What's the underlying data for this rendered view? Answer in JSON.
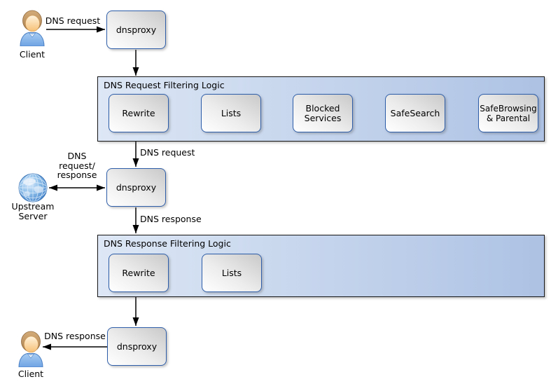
{
  "diagram": {
    "actors": {
      "client_top": {
        "label": "Client"
      },
      "upstream": {
        "label": "Upstream\nServer"
      },
      "client_bottom": {
        "label": "Client"
      }
    },
    "nodes": {
      "dnsproxy_top": {
        "label": "dnsproxy"
      },
      "dnsproxy_mid": {
        "label": "dnsproxy"
      },
      "dnsproxy_bottom": {
        "label": "dnsproxy"
      }
    },
    "containers": {
      "request": {
        "title": "DNS Request Filtering Logic",
        "steps": [
          {
            "label": "Rewrite"
          },
          {
            "label": "Lists"
          },
          {
            "label": "Blocked\nServices"
          },
          {
            "label": "SafeSearch"
          },
          {
            "label": "SafeBrowsing\n& Parental"
          }
        ]
      },
      "response": {
        "title": "DNS Response Filtering Logic",
        "steps": [
          {
            "label": "Rewrite"
          },
          {
            "label": "Lists"
          }
        ]
      }
    },
    "edge_labels": {
      "request_top": "DNS request",
      "request_mid": "DNS request",
      "upstream_exchange": "DNS\nrequest/\nresponse",
      "response_mid": "DNS response",
      "response_bottom": "DNS response"
    },
    "colors": {
      "node_border": "#2d5da8",
      "node_fill_top": "#c9c9c9",
      "node_fill_bottom": "#ffffff",
      "container_fill_left": "#dde7f5",
      "container_fill_right": "#adc2e4",
      "container_border": "#161616",
      "arrow": "#000000",
      "background": "#ffffff"
    }
  }
}
